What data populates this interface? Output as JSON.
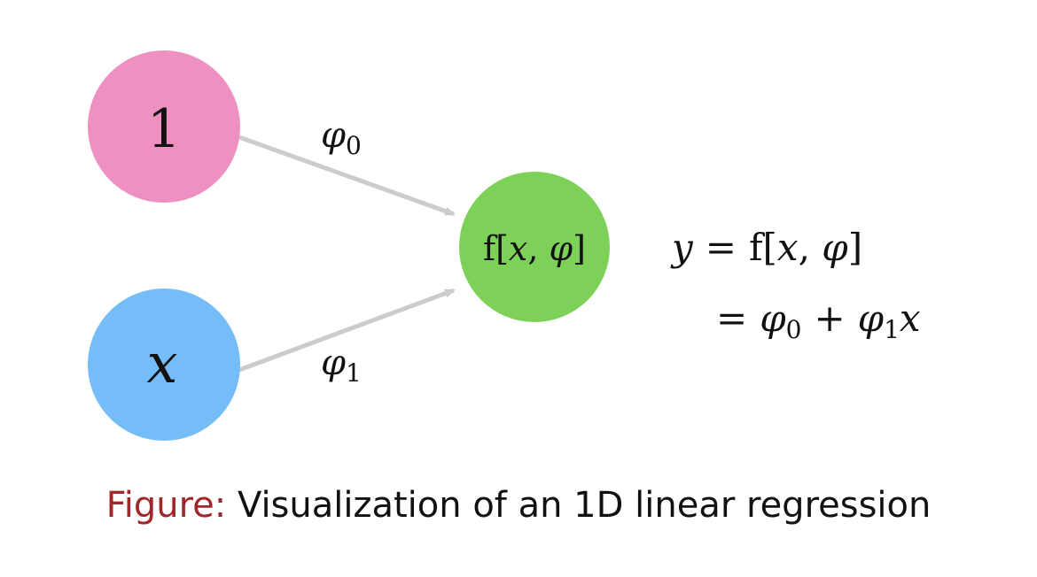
{
  "nodes": {
    "bias": {
      "label": "1",
      "color": "#ee90c2"
    },
    "input": {
      "label": "x",
      "color": "#74bdf8"
    },
    "output": {
      "label_f": "f",
      "label_open": "[",
      "label_x": "x",
      "label_comma": ", ",
      "label_phi": "φ",
      "label_close": "]",
      "color": "#7ed158"
    }
  },
  "edges": {
    "color": "#cccccc",
    "top": {
      "symbol": "φ",
      "subscript": "0"
    },
    "bottom": {
      "symbol": "φ",
      "subscript": "1"
    }
  },
  "equation": {
    "line1": {
      "lhs": "y",
      "eq": "=",
      "f": "f",
      "open": "[",
      "x": "x",
      "comma": ", ",
      "phi": "φ",
      "close": "]"
    },
    "line2": {
      "eq": "=",
      "phi_a": "φ",
      "sub_a": "0",
      "plus": "+",
      "phi_b": "φ",
      "sub_b": "1",
      "x": "x"
    }
  },
  "caption": {
    "prefix": "Figure:",
    "text": "Visualization of an 1D linear regression"
  }
}
